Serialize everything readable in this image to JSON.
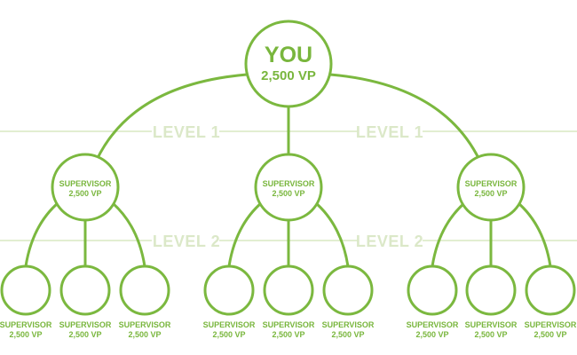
{
  "colors": {
    "line": "#7bb83f",
    "text": "#79b63d",
    "level_line": "#d8e8c2",
    "level_text": "#dbe8c8",
    "fill": "#ffffff"
  },
  "levels": [
    {
      "label": "LEVEL 1"
    },
    {
      "label": "LEVEL 1"
    },
    {
      "label": "LEVEL 2"
    },
    {
      "label": "LEVEL 2"
    }
  ],
  "root": {
    "title": "YOU",
    "value": "2,500 VP"
  },
  "branches": [
    {
      "supervisor": {
        "title": "SUPERVISOR",
        "value": "2,500 VP"
      },
      "members": [
        {
          "title": "SUPERVISOR",
          "value": "2,500 VP"
        },
        {
          "title": "SUPERVISOR",
          "value": "2,500 VP"
        },
        {
          "title": "SUPERVISOR",
          "value": "2,500 VP"
        }
      ]
    },
    {
      "supervisor": {
        "title": "SUPERVISOR",
        "value": "2,500 VP"
      },
      "members": [
        {
          "title": "SUPERVISOR",
          "value": "2,500 VP"
        },
        {
          "title": "SUPERVISOR",
          "value": "2,500 VP"
        },
        {
          "title": "SUPERVISOR",
          "value": "2,500 VP"
        }
      ]
    },
    {
      "supervisor": {
        "title": "SUPERVISOR",
        "value": "2,500 VP"
      },
      "members": [
        {
          "title": "SUPERVISOR",
          "value": "2,500 VP"
        },
        {
          "title": "SUPERVISOR",
          "value": "2,500 VP"
        },
        {
          "title": "SUPERVISOR",
          "value": "2,500 VP"
        }
      ]
    }
  ]
}
